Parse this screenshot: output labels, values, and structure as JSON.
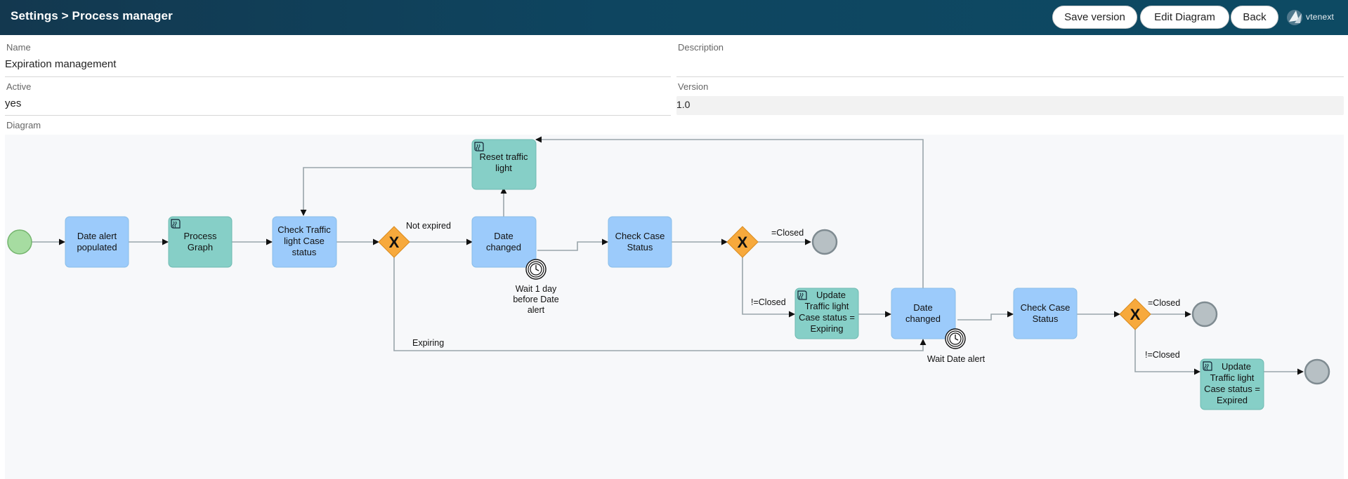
{
  "header": {
    "breadcrumb": "Settings > Process manager",
    "buttons": {
      "save": "Save version",
      "edit": "Edit Diagram",
      "back": "Back"
    },
    "logo_text": "vtenext"
  },
  "form": {
    "name_label": "Name",
    "name_value": "Expiration management",
    "description_label": "Description",
    "description_value": "",
    "active_label": "Active",
    "active_value": "yes",
    "version_label": "Version",
    "version_value": "1.0",
    "diagram_label": "Diagram"
  },
  "diagram": {
    "colors": {
      "task": "#9ccbfb",
      "script": "#86cfc7",
      "gateway": "#f7a93c",
      "start": "#a6dca1",
      "end": "#b7c0c4",
      "canvas": "#f7f8fa",
      "edge": "#9aa5ab"
    },
    "nodes": {
      "t1": [
        "Date alert",
        "populated"
      ],
      "t2": [
        "Process",
        "Graph"
      ],
      "t3": [
        "Check Traffic",
        "light Case",
        "status"
      ],
      "t4": [
        "Reset traffic",
        "light"
      ],
      "t5": [
        "Date",
        "changed"
      ],
      "t6": [
        "Check Case",
        "Status"
      ],
      "t7": [
        "Update",
        "Traffic light",
        "Case status =",
        "Expiring"
      ],
      "t8": [
        "Date",
        "changed"
      ],
      "t9": [
        "Check Case",
        "Status"
      ],
      "t10": [
        "Update",
        "Traffic light",
        "Case status =",
        "Expired"
      ],
      "gateway_symbol": "X"
    },
    "timers": {
      "timer1": [
        "Wait 1 day",
        "before Date",
        "alert"
      ],
      "timer2": [
        "Wait Date alert"
      ]
    },
    "edge_labels": {
      "not_expired": "Not expired",
      "closed1": "=Closed",
      "not_closed1": "!=Closed",
      "closed2": "=Closed",
      "not_closed2": "!=Closed",
      "expiring": "Expiring"
    }
  }
}
